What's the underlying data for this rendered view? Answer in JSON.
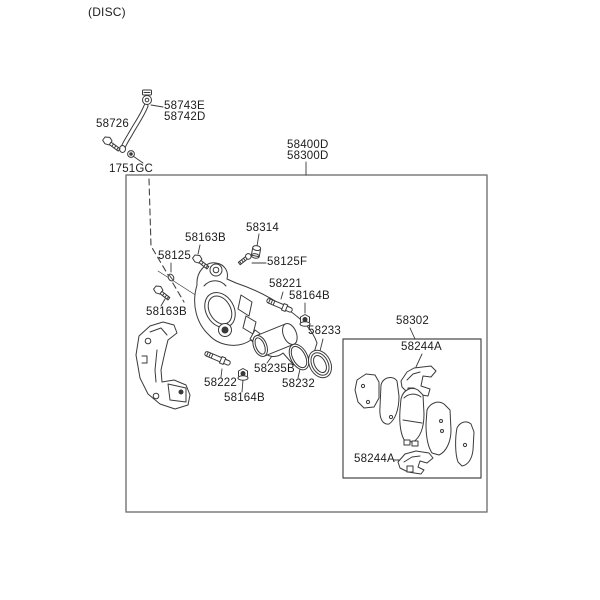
{
  "page": {
    "variant_note": "(DISC)"
  },
  "diagram": {
    "type": "exploded-parts-diagram",
    "subject": "disc brake caliper assembly",
    "colors": {
      "line": "#3a3a3a",
      "outer_box": "#7d7d7d",
      "inner_box": "#4a4a4a",
      "text": "#1c1c1c",
      "background": "#ffffff"
    },
    "boxes": {
      "assembly_box_labels": [
        "58400D",
        "58300D"
      ],
      "pad_kit_box_label": "58302"
    },
    "labels": [
      {
        "part": "58743E"
      },
      {
        "part": "58742D"
      },
      {
        "part": "58726"
      },
      {
        "part": "1751GC"
      },
      {
        "part": "58400D"
      },
      {
        "part": "58300D"
      },
      {
        "part": "58314"
      },
      {
        "part": "58163B"
      },
      {
        "part": "58125"
      },
      {
        "part": "58125F"
      },
      {
        "part": "58221"
      },
      {
        "part": "58164B"
      },
      {
        "part": "58163B"
      },
      {
        "part": "58233"
      },
      {
        "part": "58302"
      },
      {
        "part": "58244A"
      },
      {
        "part": "58235B"
      },
      {
        "part": "58222"
      },
      {
        "part": "58232"
      },
      {
        "part": "58164B"
      },
      {
        "part": "58244A"
      }
    ]
  }
}
